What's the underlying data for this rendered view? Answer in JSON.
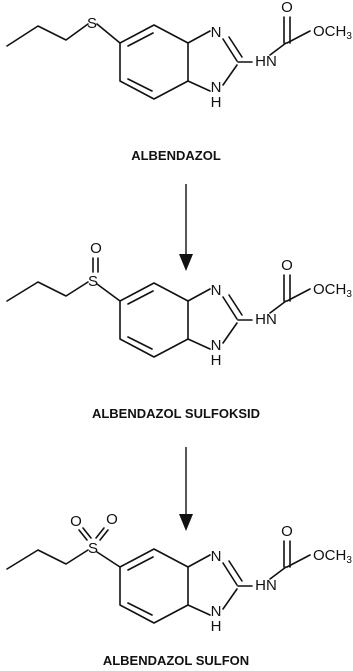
{
  "compounds": [
    {
      "name": "ALBENDAZOL",
      "atoms": {
        "s": "S",
        "n": "N",
        "nh_n": "N",
        "nh_h": "H",
        "hn": "HN",
        "o": "O",
        "och": "OCH",
        "och_sub": "3"
      }
    },
    {
      "name": "ALBENDAZOL SULFOKSID",
      "atoms": {
        "so": "O",
        "s": "S",
        "n": "N",
        "nh_n": "N",
        "nh_h": "H",
        "hn": "HN",
        "o": "O",
        "och": "OCH",
        "och_sub": "3"
      }
    },
    {
      "name": "ALBENDAZOL SULFON",
      "atoms": {
        "so1": "O",
        "so2": "O",
        "s": "S",
        "n": "N",
        "nh_n": "N",
        "nh_h": "H",
        "hn": "HN",
        "o": "O",
        "och": "OCH",
        "och_sub": "3"
      }
    }
  ],
  "arrows": [
    {
      "from": "ALBENDAZOL",
      "to": "ALBENDAZOL SULFOKSID"
    },
    {
      "from": "ALBENDAZOL SULFOKSID",
      "to": "ALBENDAZOL SULFON"
    }
  ]
}
